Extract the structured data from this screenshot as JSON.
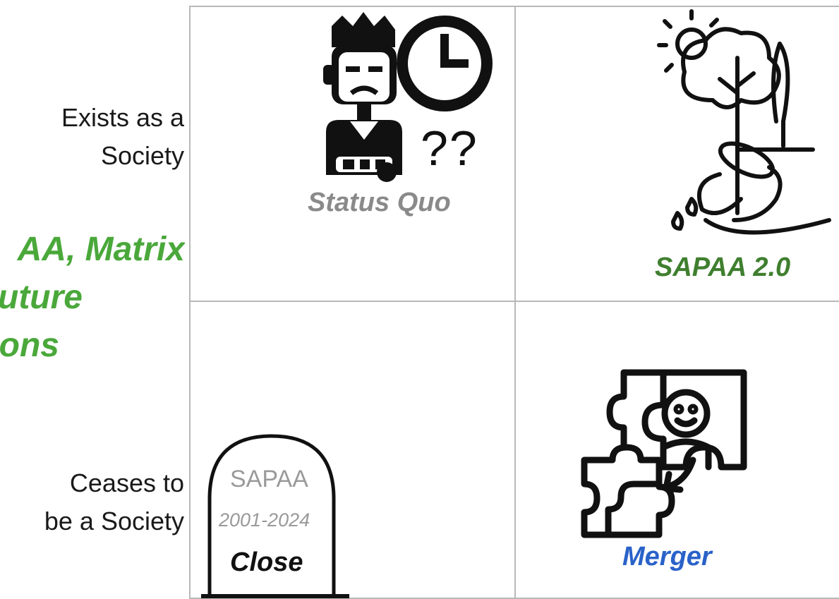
{
  "rows": {
    "top": [
      "Exists as a",
      "Society"
    ],
    "bottom": [
      "Ceases to",
      "be a Society"
    ]
  },
  "side_title": [
    "AA, Matrix",
    "uture",
    "ons"
  ],
  "cells": {
    "status_quo": {
      "caption": "Status Quo",
      "marks": "??"
    },
    "sapaa_2": {
      "caption": "SAPAA 2.0"
    },
    "close": {
      "caption": "Close",
      "name": "SAPAA",
      "dates": "2001-2024"
    },
    "merger": {
      "caption": "Merger"
    }
  },
  "colors": {
    "green": "#4aa83a",
    "dark_green": "#3f7f2f",
    "gray": "#8a8a8a",
    "blue": "#2a62c9",
    "grid": "#b8b8b8"
  }
}
